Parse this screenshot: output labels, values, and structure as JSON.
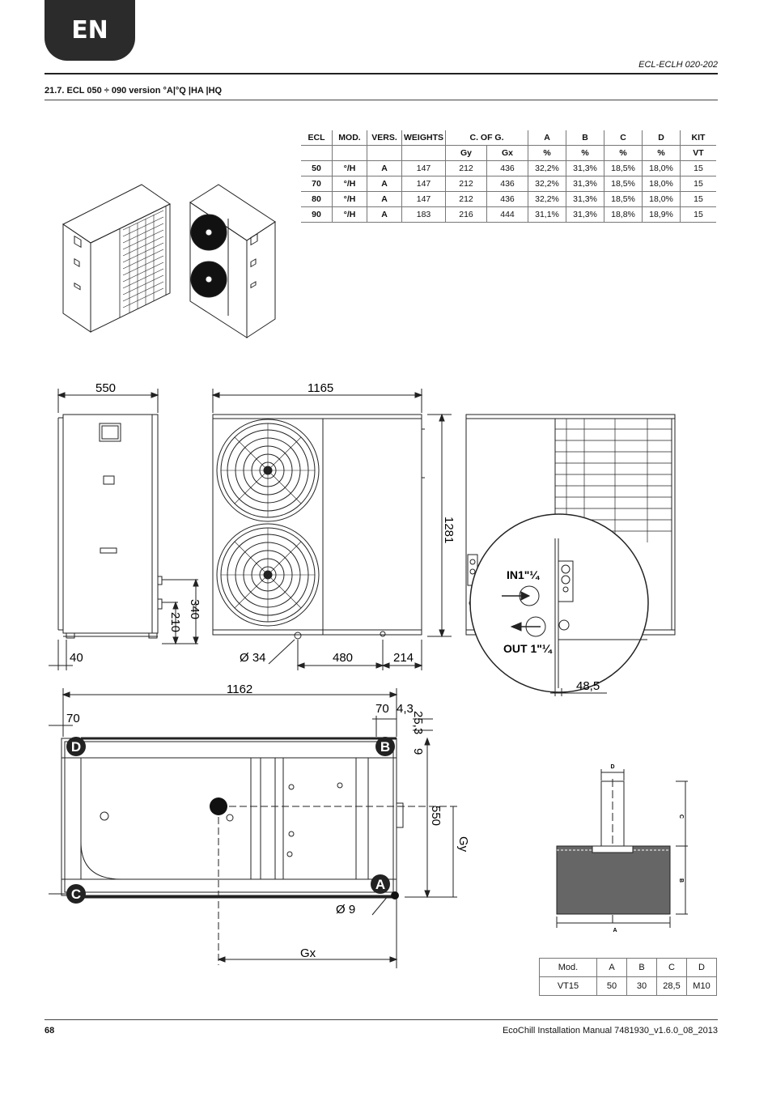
{
  "header": {
    "tab": "EN",
    "doc_code": "ECL-ECLH 020-202"
  },
  "section": {
    "title": "21.7.   ECL 050 ÷ 090 version °A|°Q |HA |HQ"
  },
  "table": {
    "h_ecl": "ECL",
    "h_mod": "MOD.",
    "h_vers": "VERS.",
    "h_weights": "WEIGHTS",
    "h_cog": "C. OF G.",
    "h_a": "A",
    "h_b": "B",
    "h_c": "C",
    "h_d": "D",
    "h_kit": "KIT",
    "s_gy": "Gy",
    "s_gx": "Gx",
    "s_pa": "%",
    "s_pb": "%",
    "s_pc": "%",
    "s_pd": "%",
    "s_vt": "VT",
    "rows": [
      [
        "50",
        "°/H",
        "A",
        "147",
        "212",
        "436",
        "32,2%",
        "31,3%",
        "18,5%",
        "18,0%",
        "15"
      ],
      [
        "70",
        "°/H",
        "A",
        "147",
        "212",
        "436",
        "32,2%",
        "31,3%",
        "18,5%",
        "18,0%",
        "15"
      ],
      [
        "80",
        "°/H",
        "A",
        "147",
        "212",
        "436",
        "32,2%",
        "31,3%",
        "18,5%",
        "18,0%",
        "15"
      ],
      [
        "90",
        "°/H",
        "A",
        "183",
        "216",
        "444",
        "31,1%",
        "31,3%",
        "18,8%",
        "18,9%",
        "15"
      ]
    ]
  },
  "dims": {
    "d550": "550",
    "d1165": "1165",
    "d1281": "1281",
    "d340": "340",
    "d210": "210",
    "d40": "40",
    "d34": "Ø 34",
    "d480": "480",
    "d214": "214",
    "d48": "48,5",
    "d1162": "1162",
    "d70a": "70",
    "d70b": "70",
    "d43": "4,3",
    "d253": "25,3",
    "d9": "9",
    "d550b": "550",
    "dgy": "Gy",
    "dgx": "Gx",
    "d9b": "Ø 9"
  },
  "conn": {
    "in": "IN1\"¼",
    "out": "OUT 1\"¼"
  },
  "corners": {
    "a": "A",
    "b": "B",
    "c": "C",
    "d": "D"
  },
  "foot_detail": {
    "la": "A",
    "lb": "B",
    "lc": "C",
    "ld": "D"
  },
  "vt_table": {
    "head": [
      "Mod.",
      "A",
      "B",
      "C",
      "D"
    ],
    "row": [
      "VT15",
      "50",
      "30",
      "28,5",
      "M10"
    ]
  },
  "footer": {
    "page": "68",
    "text": "EcoChill Installation Manual 7481930_v1.6.0_08_2013"
  }
}
